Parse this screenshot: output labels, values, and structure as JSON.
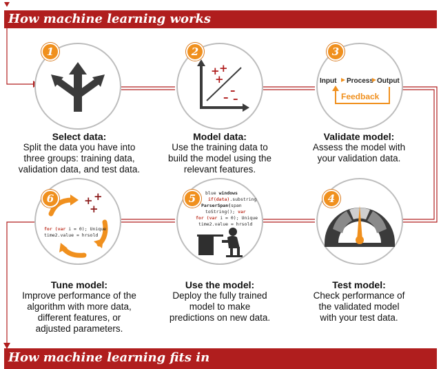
{
  "banners": {
    "top": "How machine learning works",
    "bottom": "How machine learning fits in"
  },
  "colors": {
    "accent_red": "#b01e1e",
    "badge_orange": "#f0901e",
    "icon_dark": "#3b3b3b"
  },
  "steps": [
    {
      "number": "1",
      "title": "Select data:",
      "description": "Split the data you have into\nthree groups: training data,\nvalidation data, and test data.",
      "icon": "branching-arrows-icon"
    },
    {
      "number": "2",
      "title": "Model data:",
      "description": "Use the training data to\nbuild the model using the\nrelevant features.",
      "icon": "scatter-plot-icon"
    },
    {
      "number": "3",
      "title": "Validate model:",
      "description": "Assess the model with\nyour validation data.",
      "icon": "feedback-loop-icon",
      "diagram": {
        "input": "Input",
        "process": "Process",
        "output": "Output",
        "feedback": "Feedback"
      }
    },
    {
      "number": "4",
      "title": "Test model:",
      "description": "Check performance of\nthe validated model\nwith your test data.",
      "icon": "gauge-icon"
    },
    {
      "number": "5",
      "title": "Use the model:",
      "description": "Deploy the fully trained\nmodel to make\npredictions on new data.",
      "icon": "person-at-computer-icon",
      "code_lines": [
        [
          "blue ",
          "windows"
        ],
        [
          "if(data)",
          ".substring"
        ],
        [
          "ParserSpan(",
          "span"
        ],
        [
          "toString(); ",
          "var"
        ],
        [
          "for (var ",
          "i = 0); Unique"
        ],
        [
          "time2.",
          "value = hrsold"
        ]
      ]
    },
    {
      "number": "6",
      "title": "Tune model:",
      "description": "Improve performance of the\nalgorithm with more data,\ndifferent features, or\nadjusted parameters.",
      "icon": "cycle-arrows-icon",
      "code_lines": [
        [
          "for (var ",
          "i = 0); Unique"
        ],
        [
          "time2.",
          "value = hrsold"
        ]
      ]
    }
  ]
}
